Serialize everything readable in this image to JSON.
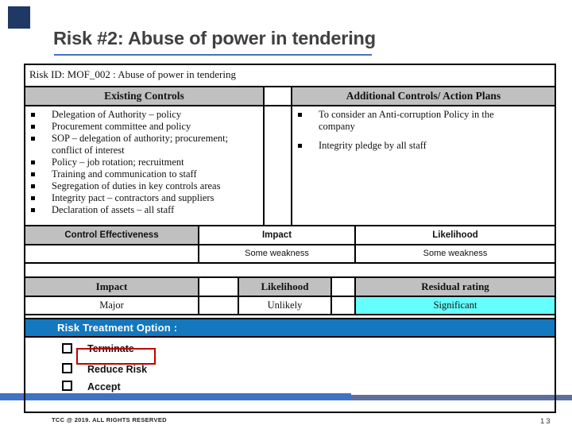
{
  "slide": {
    "title": "Risk #2: Abuse of power in tendering",
    "risk_id": "Risk ID: MOF_002 : Abuse of power in tendering",
    "controls": {
      "existing_header": "Existing Controls",
      "additional_header": "Additional Controls/ Action Plans",
      "existing_items": [
        "Delegation of Authority – policy",
        "Procurement committee and policy",
        "SOP – delegation of authority; procurement;\nconflict of interest",
        "Policy – job rotation; recruitment",
        "Training and communication to staff",
        "Segregation of duties in key controls areas",
        "Integrity pact – contractors and suppliers",
        "Declaration of assets – all staff"
      ],
      "additional_items": [
        "To consider an Anti-corruption Policy in the\ncompany",
        "Integrity pledge by all staff"
      ]
    },
    "assessment": {
      "control_effectiveness_label": "Control Effectiveness",
      "impact_label": "Impact",
      "likelihood_label": "Likelihood",
      "impact_value": "Some weakness",
      "likelihood_value": "Some weakness"
    },
    "residual": {
      "impact_label": "Impact",
      "likelihood_label": "Likelihood",
      "residual_label": "Residual rating",
      "impact_value": "Major",
      "likelihood_value": "Unlikely",
      "residual_value": "Significant"
    },
    "treatment": {
      "header": "Risk Treatment Option :",
      "options": [
        "Terminate",
        "Reduce Risk",
        "Accept"
      ]
    },
    "footer": {
      "copyright": "TCC @ 2019. ALL RIGHTS RESERVED",
      "page_number": "13"
    },
    "colors": {
      "header_gray": "#C0C0C0",
      "residual_cyan": "#66FFFF",
      "treatment_blue": "#1478BE",
      "annotation_red": "#C00000",
      "accent_navy": "#1F3864",
      "bottom_bar_slate": "#5B6F9E",
      "bottom_bar_blue": "#3E73C4",
      "title_underline_blue": "#4472C4"
    }
  }
}
